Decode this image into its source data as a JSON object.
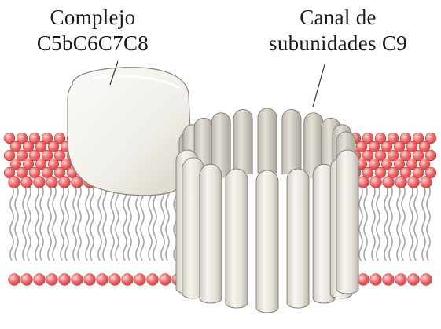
{
  "labels": {
    "complex": {
      "line1": "Complejo",
      "line2": "C5bC6C7C8"
    },
    "channel": {
      "line1": "Canal de",
      "line2": "subunidades C9"
    }
  },
  "colors": {
    "lipid_head": "#f06a6a",
    "lipid_head_highlight": "#ffd8d8",
    "lipid_tail": "#a5a5a5",
    "protein_fill": "#f1efe9",
    "protein_shade": "#d2cec4",
    "protein_outline": "#8a857a",
    "text": "#1a1a1a"
  }
}
